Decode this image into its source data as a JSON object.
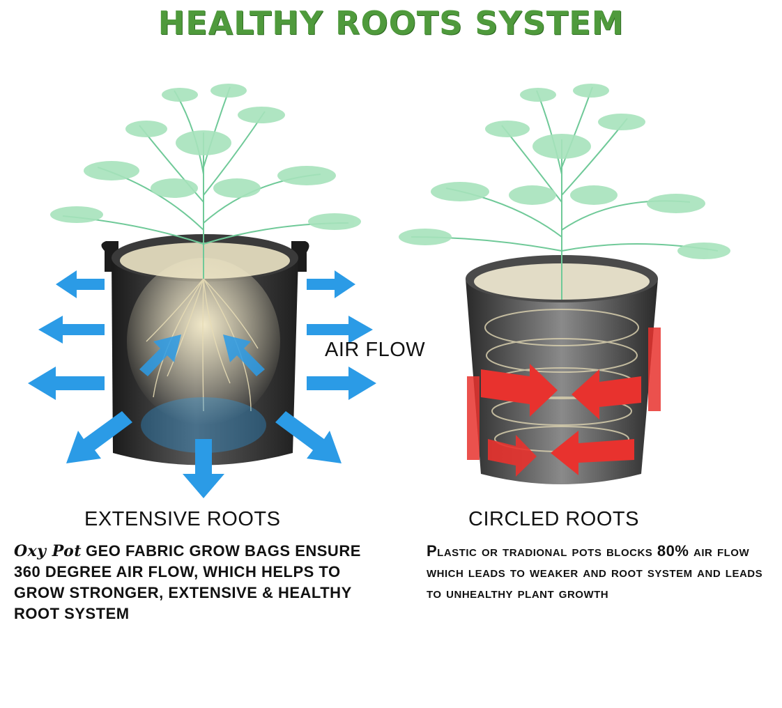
{
  "title": "HEALTHY ROOTS SYSTEM",
  "airflow_label": "AIR FLOW",
  "left": {
    "heading": "EXTENSIVE ROOTS",
    "brand": "Oxy Pot",
    "description": "GEO FABRIC GROW BAGS ENSURE 360 DEGREE AIR FLOW, WHICH HELPS TO GROW STRONGER, EXTENSIVE & HEALTHY ROOT SYSTEM"
  },
  "right": {
    "heading": "CIRCLED ROOTS",
    "description": "Plastic or tradional pots blocks 80% air flow which leads to weaker and root system and leads to unhealthy plant growth"
  },
  "colors": {
    "title_green": "#4f9a3c",
    "foliage_green": "#8fd8a8",
    "arrow_blue": "#2b9be6",
    "arrow_red": "#e8322e",
    "pot_dark": "#2b2b2b"
  }
}
